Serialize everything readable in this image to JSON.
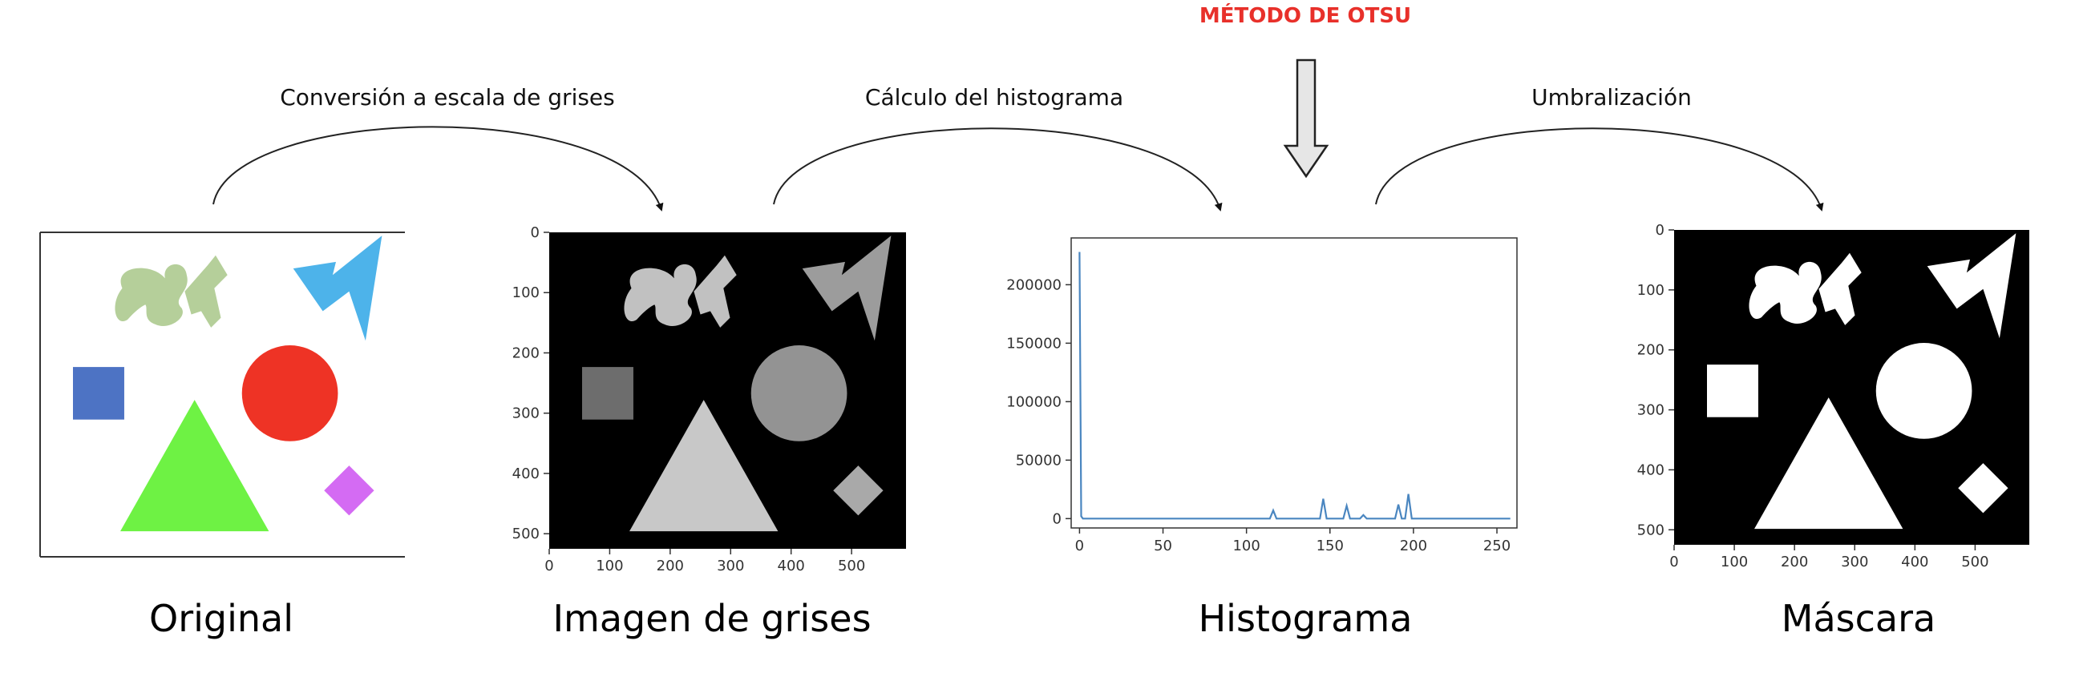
{
  "header": {
    "method_label": "MÉTODO DE OTSU"
  },
  "steps": {
    "grayscale": "Conversión a escala de grises",
    "histogram": "Cálculo del histograma",
    "threshold": "Umbralización"
  },
  "panels": {
    "original": {
      "title": "Original"
    },
    "grayscale": {
      "title": "Imagen de grises",
      "x_ticks": [
        "0",
        "100",
        "200",
        "300",
        "400",
        "500"
      ],
      "y_ticks": [
        "0",
        "100",
        "200",
        "300",
        "400",
        "500"
      ]
    },
    "histogram": {
      "title": "Histograma",
      "x_ticks": [
        "0",
        "50",
        "100",
        "150",
        "200",
        "250"
      ],
      "y_ticks": [
        "0",
        "50000",
        "100000",
        "150000",
        "200000"
      ]
    },
    "mask": {
      "title": "Máscara",
      "x_ticks": [
        "0",
        "100",
        "200",
        "300",
        "400",
        "500"
      ],
      "y_ticks": [
        "0",
        "100",
        "200",
        "300",
        "400",
        "500"
      ]
    }
  },
  "colors": {
    "method": "#e8302a",
    "blob": "#b5cf9a",
    "zigzag": "#4db3ea",
    "square": "#4d73c4",
    "circle": "#ee3325",
    "triangle": "#6ef244",
    "diamond": "#d46bf3",
    "line": "#4a86c0"
  },
  "chart_data": {
    "type": "line",
    "x": [
      0,
      1,
      2,
      5,
      10,
      50,
      100,
      114,
      116,
      118,
      140,
      144,
      146,
      148,
      155,
      158,
      160,
      162,
      168,
      170,
      172,
      185,
      189,
      191,
      193,
      195,
      197,
      199,
      201,
      220,
      258
    ],
    "series": [
      {
        "values": [
          228000,
          2000,
          0,
          0,
          0,
          0,
          0,
          0,
          7000,
          0,
          0,
          0,
          17000,
          0,
          0,
          0,
          11000,
          0,
          0,
          3000,
          0,
          0,
          0,
          12000,
          0,
          0,
          21000,
          0,
          0,
          0,
          0
        ]
      }
    ],
    "xlim": [
      -5,
      262
    ],
    "ylim": [
      -8000,
      240000
    ],
    "x_ticks": [
      0,
      50,
      100,
      150,
      200,
      250
    ],
    "y_ticks": [
      0,
      50000,
      100000,
      150000,
      200000
    ],
    "grid": false
  }
}
